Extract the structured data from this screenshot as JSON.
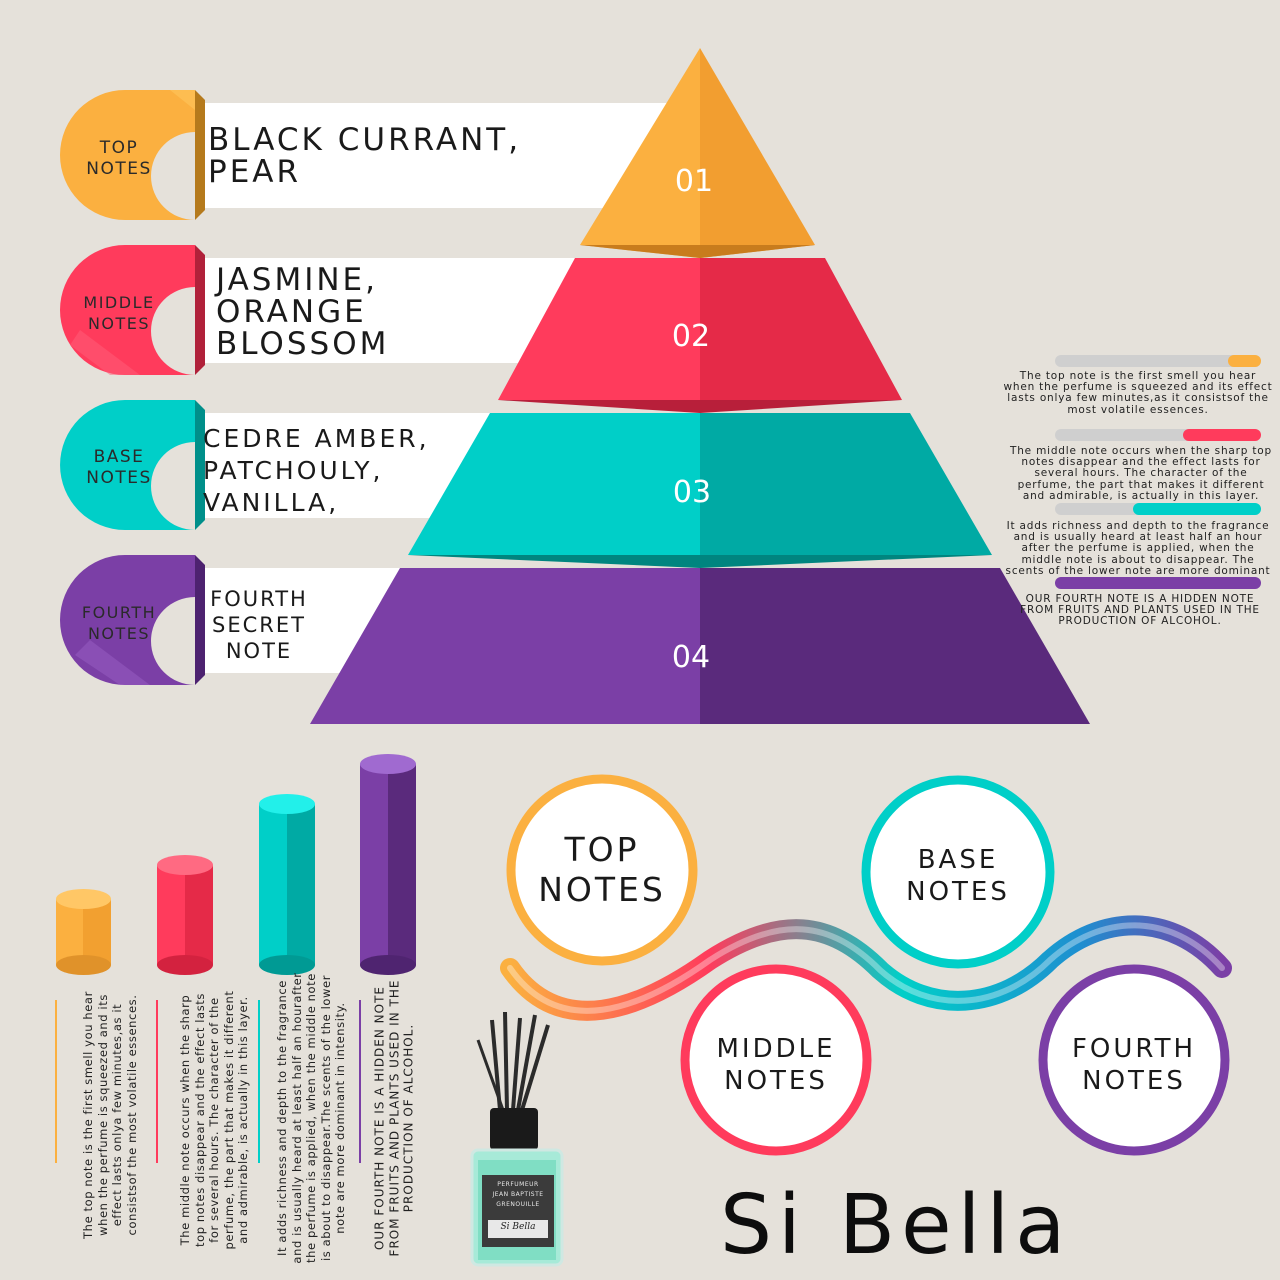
{
  "colors": {
    "background": "#e5e1da",
    "top": "#fbb040",
    "middle": "#ff3b5c",
    "base": "#00cfc8",
    "fourth": "#7b3fa6"
  },
  "layers": [
    {
      "tab_label": [
        "TOP",
        "NOTES"
      ],
      "notes": [
        "BLACK CURRANT,",
        "PEAR"
      ],
      "number": "01"
    },
    {
      "tab_label": [
        "MIDDLE",
        "NOTES"
      ],
      "notes": [
        "JASMINE,",
        "ORANGE",
        "BLOSSOM"
      ],
      "number": "02"
    },
    {
      "tab_label": [
        "BASE",
        "NOTES"
      ],
      "notes": [
        "CEDRE AMBER,",
        "PATCHOULY,",
        "VANILLA,"
      ],
      "number": "03"
    },
    {
      "tab_label": [
        "FOURTH",
        "NOTES"
      ],
      "notes": [
        "FOURTH",
        "SECRET",
        "NOTE"
      ],
      "number": "04"
    }
  ],
  "descriptions": [
    {
      "text": "The top note is the first smell you hear when the perfume is squeezed and its effect lasts onlya few minutes,as it consistsof the most volatile essences.",
      "level": 0.16
    },
    {
      "text": "The middle note occurs when the sharp top notes disappear and the effect lasts for several hours. The character of the perfume, the part that makes it different and admirable, is actually in this layer.",
      "level": 0.38
    },
    {
      "text": "It adds richness and depth to the fragrance and is usually heard at least half an hour after the perfume is applied, when the middle note is about to disappear. The scents of the lower note are more dominant in intensity.",
      "level": 0.62
    },
    {
      "text": "OUR FOURTH NOTE IS A HIDDEN NOTE FROM FRUITS AND PLANTS USED IN THE PRODUCTION OF ALCOHOL.",
      "level": 1.0
    }
  ],
  "vertical_texts": [
    "The top note is the first smell you hear when the perfume is squeezed and its effect lasts onlya few minutes,as it consistsof the most volatile essences.",
    "The middle note occurs when the sharp top notes disappear and the effect lasts for several hours. The character of the perfume, the part that makes it different and admirable, is actually in this layer.",
    "It adds richness and depth to the fragrance and is usually heard at least half an hourafter the perfume is applied, when the middle note is about to disappear.The scents of the lower note are more dominant in intensity.",
    "OUR FOURTH NOTE IS A HIDDEN NOTE FROM FRUITS AND PLANTS USED IN THE PRODUCTION OF ALCOHOL."
  ],
  "circles": [
    {
      "label": [
        "TOP",
        "NOTES"
      ]
    },
    {
      "label": [
        "BASE",
        "NOTES"
      ]
    },
    {
      "label": [
        "MIDDLE",
        "NOTES"
      ]
    },
    {
      "label": [
        "FOURTH",
        "NOTES"
      ]
    }
  ],
  "bottle": {
    "line1": "PERFUMEUR",
    "line2": "JEAN BAPTISTE",
    "line3": "GRENOUILLE",
    "line4": "Si Bella"
  },
  "brand": "Si Bella"
}
